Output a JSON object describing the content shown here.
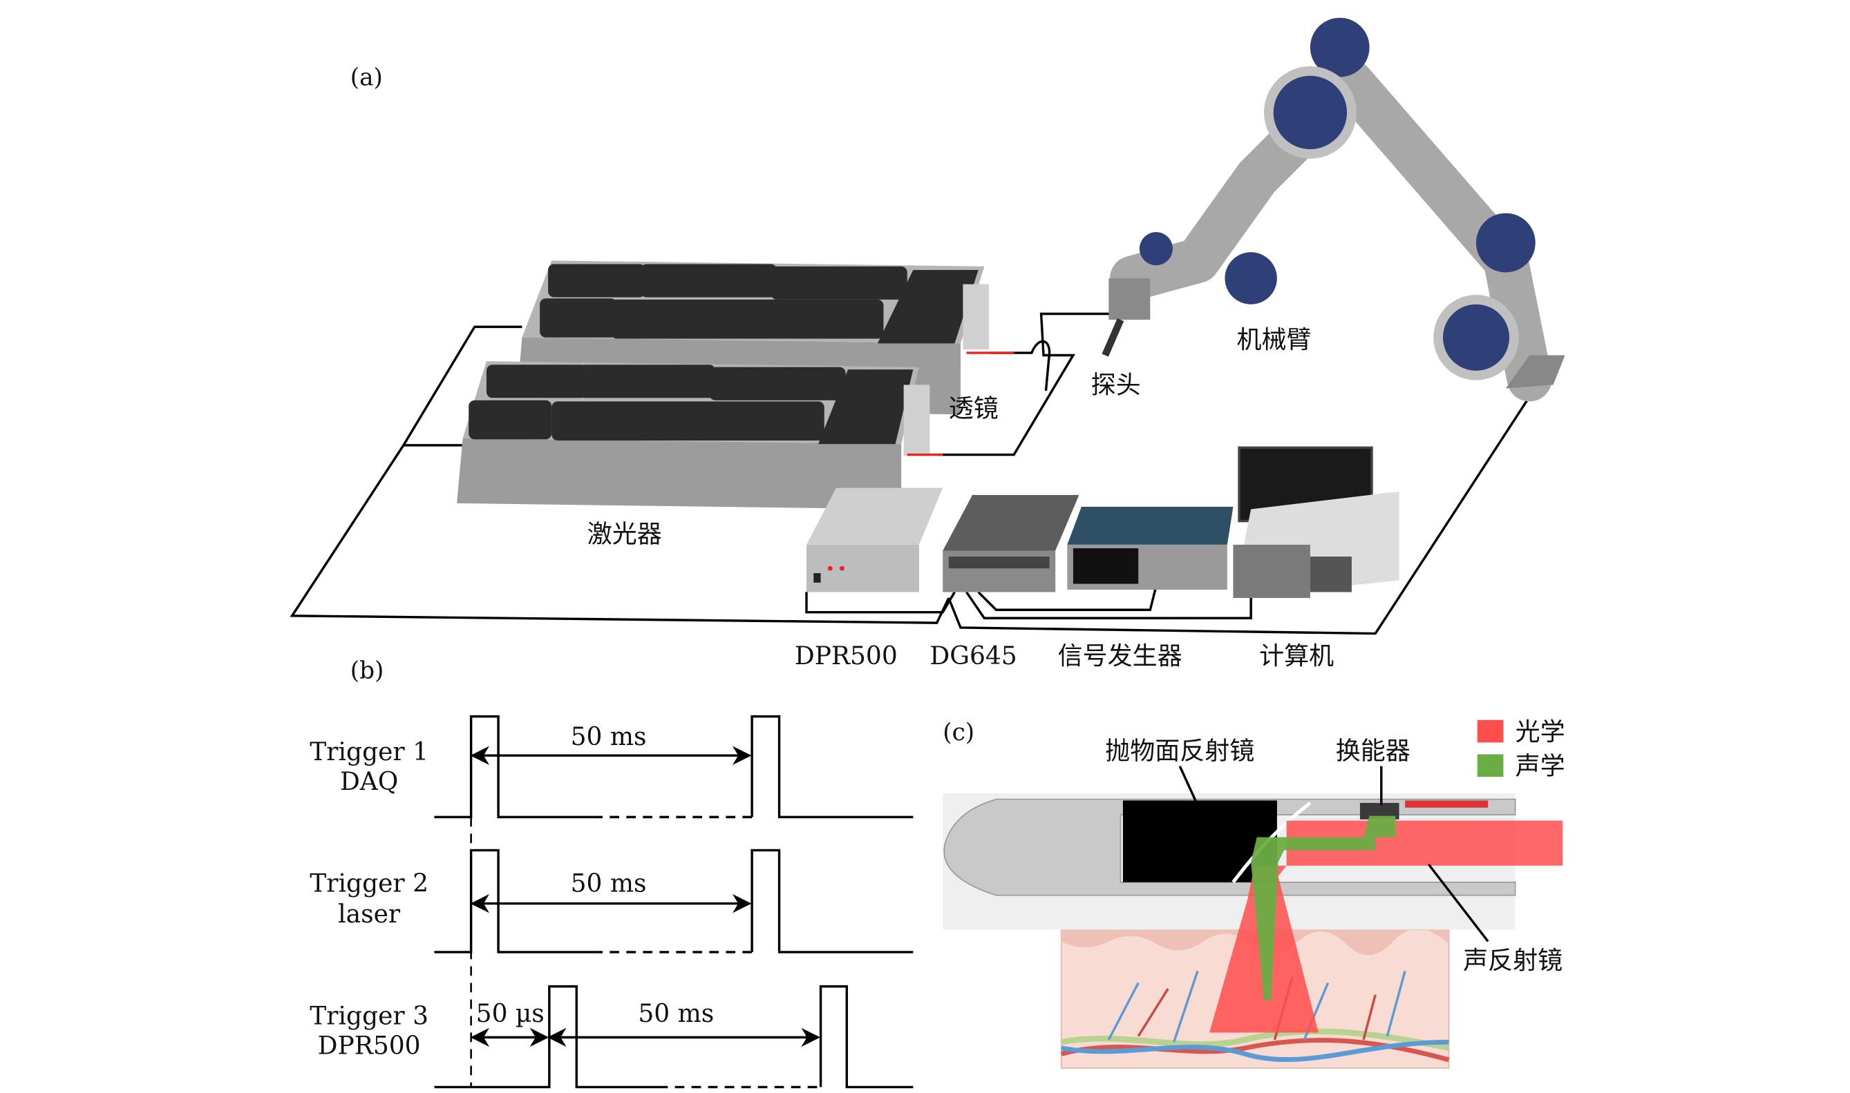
{
  "panel_a": {
    "label": "(a)",
    "laser": "激光器",
    "lens": "透镜",
    "probe": "探头",
    "robot_arm": "机械臂",
    "dpr500": "DPR500",
    "dg645": "DG645",
    "signal_generator": "信号发生器",
    "computer": "计算机"
  },
  "panel_b": {
    "label": "(b)",
    "triggers": [
      {
        "name": "Trigger 1",
        "device": "DAQ",
        "period": "50 ms"
      },
      {
        "name": "Trigger 2",
        "device": "laser",
        "period": "50 ms"
      },
      {
        "name": "Trigger 3",
        "device": "DPR500",
        "delay": "50 µs",
        "period": "50 ms"
      }
    ]
  },
  "panel_c": {
    "label": "(c)",
    "parabolic_mirror": "抛物面反射镜",
    "transducer": "换能器",
    "acoustic_mirror": "声反射镜",
    "legend": [
      {
        "label": "光学",
        "color": "#ff4d4d"
      },
      {
        "label": "声学",
        "color": "#6aad45"
      }
    ]
  },
  "colors": {
    "optical": "#ff4d4d",
    "acoustic": "#6aad45",
    "joint": "#2f3f78",
    "arm": "#a8a8a8"
  }
}
